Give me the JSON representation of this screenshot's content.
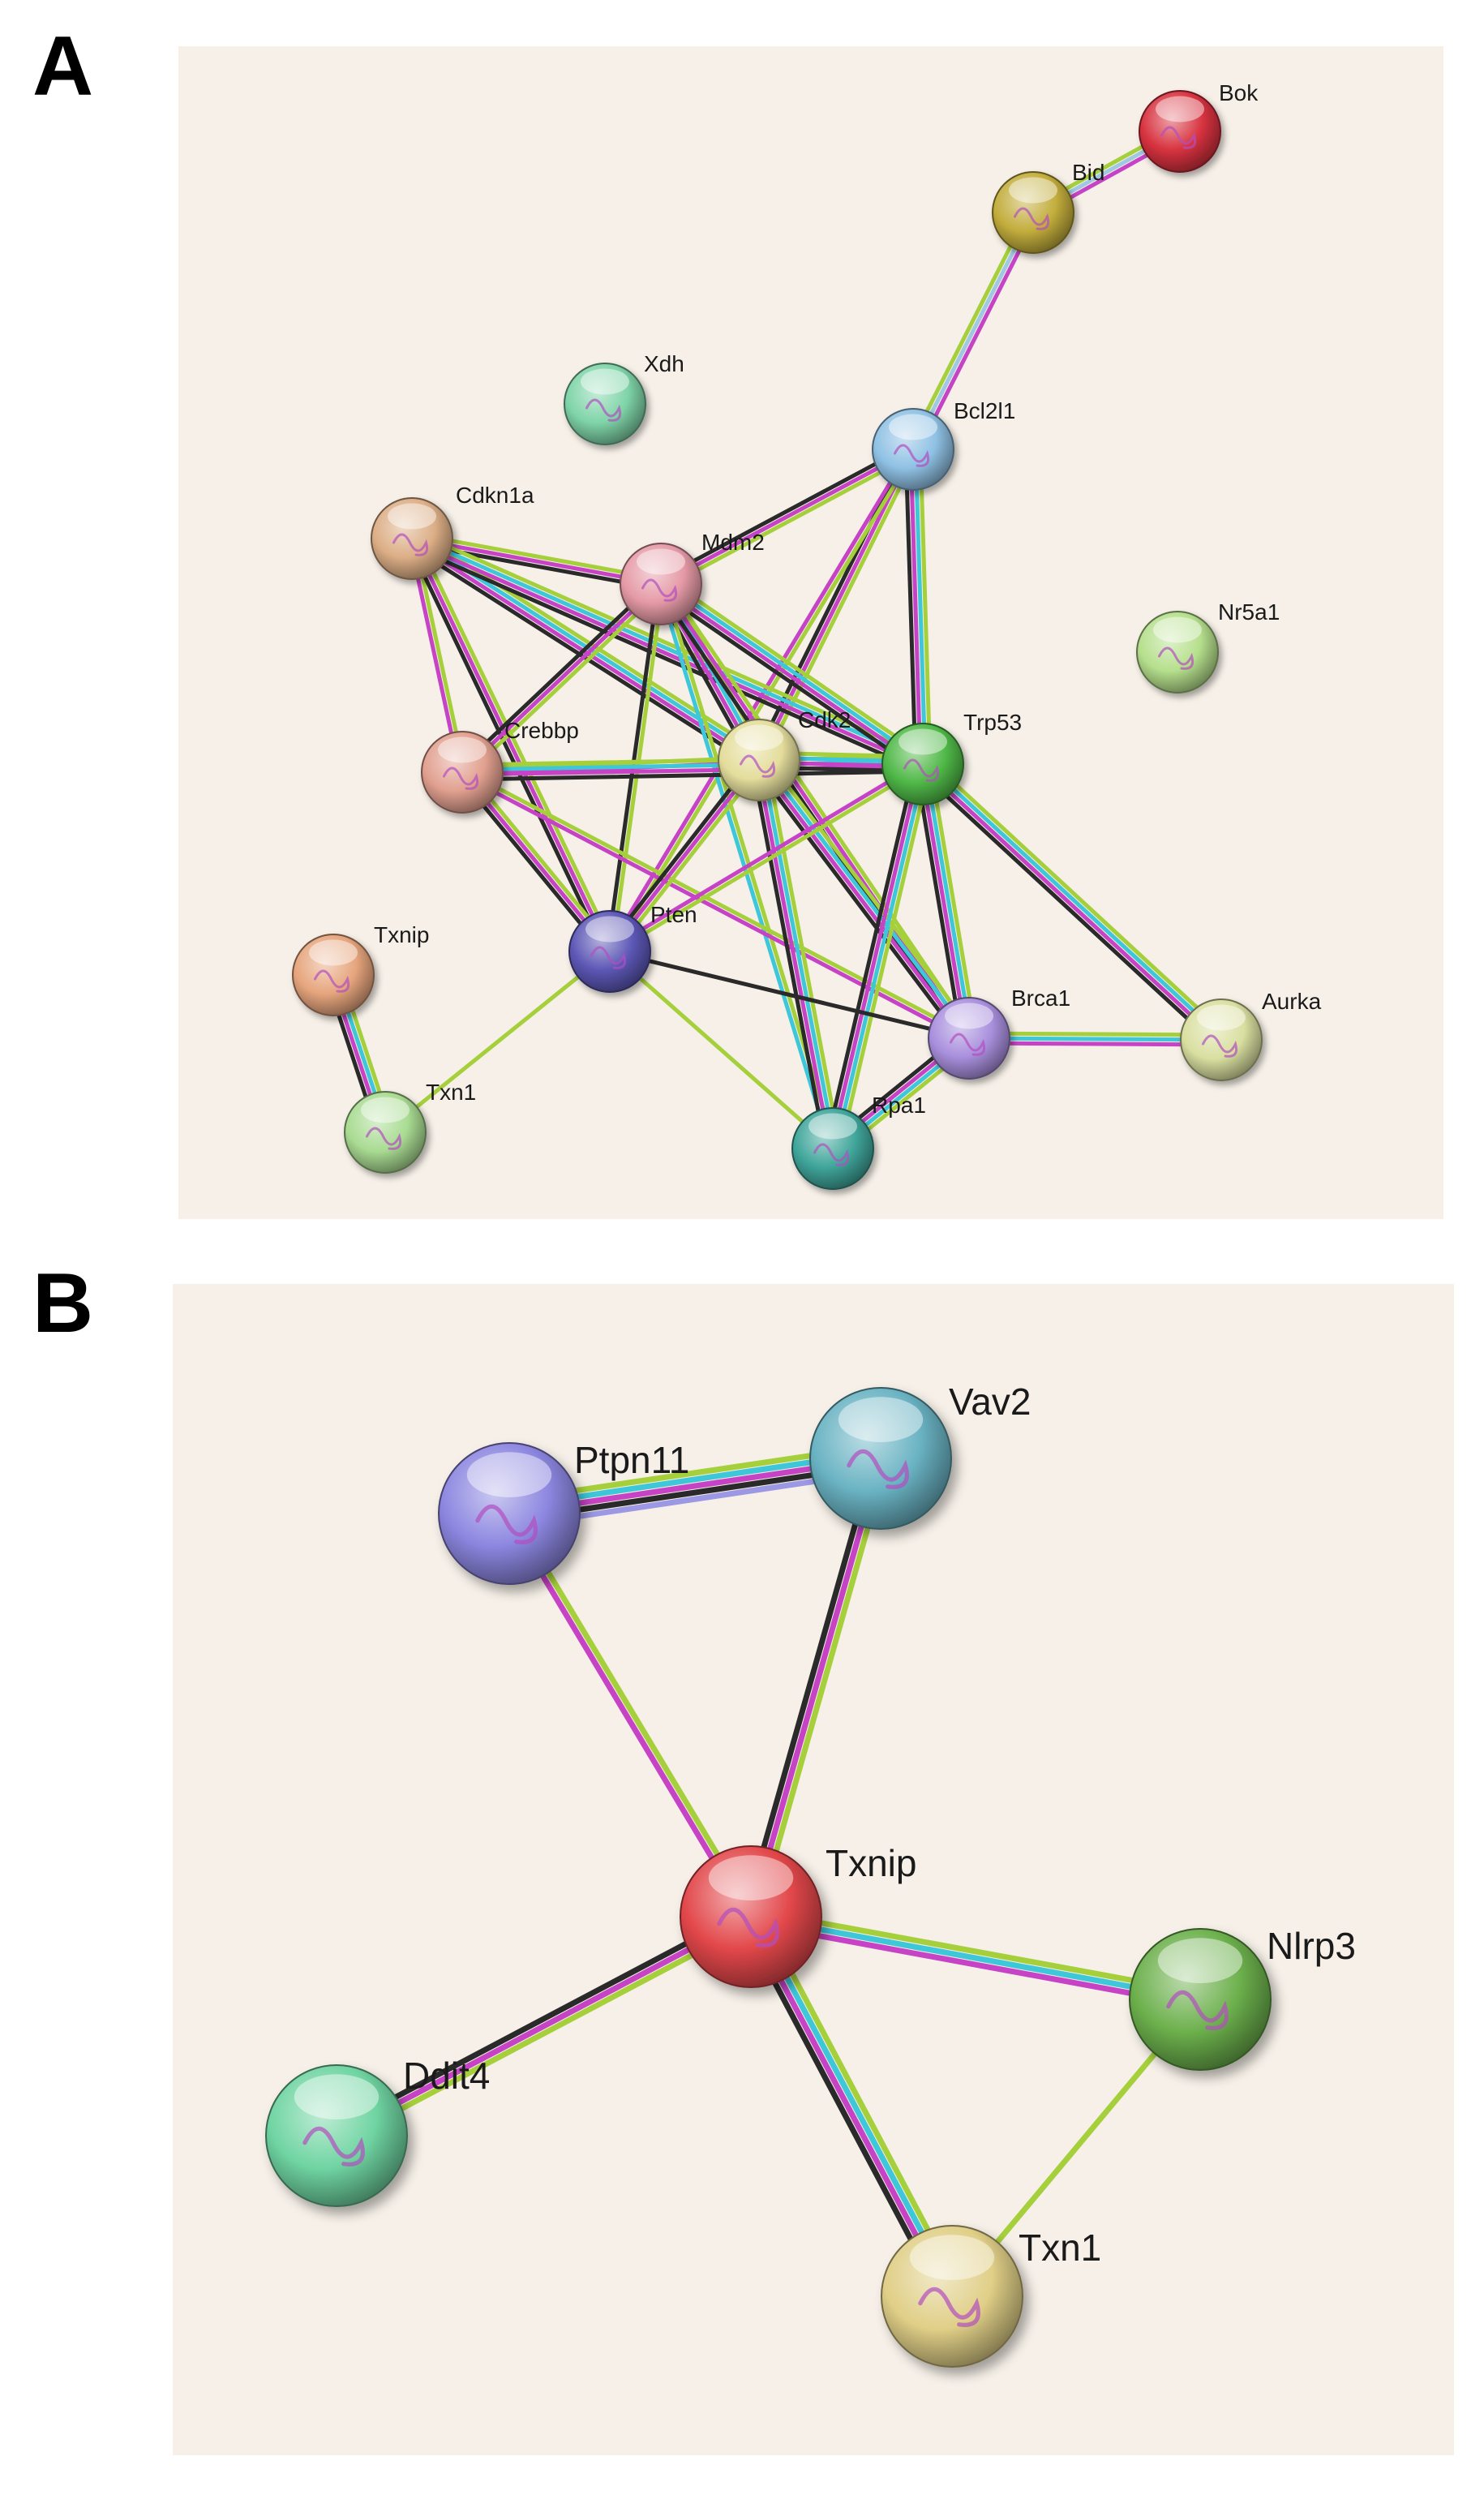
{
  "panels": [
    {
      "letter": "A",
      "nodes": [
        {
          "id": "Bok",
          "label": "Bok",
          "color": "#d7323f"
        },
        {
          "id": "Bid",
          "label": "Bid",
          "color": "#c2ad3c"
        },
        {
          "id": "Xdh",
          "label": "Xdh",
          "color": "#7fd4a8"
        },
        {
          "id": "Bcl2l1",
          "label": "Bcl2l1",
          "color": "#8fc1e4"
        },
        {
          "id": "Cdkn1a",
          "label": "Cdkn1a",
          "color": "#dcae86"
        },
        {
          "id": "Mdm2",
          "label": "Mdm2",
          "color": "#e59aa6"
        },
        {
          "id": "Nr5a1",
          "label": "Nr5a1",
          "color": "#b5df8c"
        },
        {
          "id": "Crebbp",
          "label": "Crebbp",
          "color": "#e1a08f"
        },
        {
          "id": "Cdk2",
          "label": "Cdk2",
          "color": "#e4dd9c"
        },
        {
          "id": "Trp53",
          "label": "Trp53",
          "color": "#4fb847"
        },
        {
          "id": "Txnip",
          "label": "Txnip",
          "color": "#e6a57d"
        },
        {
          "id": "Pten",
          "label": "Pten",
          "color": "#5c57b5"
        },
        {
          "id": "Brca1",
          "label": "Brca1",
          "color": "#a98fdd"
        },
        {
          "id": "Aurka",
          "label": "Aurka",
          "color": "#d9dfa0"
        },
        {
          "id": "Txn1",
          "label": "Txn1",
          "color": "#a9db92"
        },
        {
          "id": "Rpa1",
          "label": "Rpa1",
          "color": "#3fa59a"
        }
      ],
      "edges": [
        {
          "source": "Bok",
          "target": "Bid",
          "colors": [
            "#c643c6",
            "#9fc8e2",
            "#a5cf3b"
          ]
        },
        {
          "source": "Bid",
          "target": "Bcl2l1",
          "colors": [
            "#c643c6",
            "#9fc8e2",
            "#a5cf3b"
          ]
        },
        {
          "source": "Bcl2l1",
          "target": "Mdm2",
          "colors": [
            "#a5cf3b",
            "#c643c6",
            "#2a2a2a"
          ]
        },
        {
          "source": "Bcl2l1",
          "target": "Cdk2",
          "colors": [
            "#a5cf3b",
            "#c643c6",
            "#2a2a2a"
          ]
        },
        {
          "source": "Bcl2l1",
          "target": "Trp53",
          "colors": [
            "#a5cf3b",
            "#3ec6d9",
            "#c643c6",
            "#2a2a2a"
          ]
        },
        {
          "source": "Bcl2l1",
          "target": "Pten",
          "colors": [
            "#a5cf3b",
            "#c643c6"
          ]
        },
        {
          "source": "Cdkn1a",
          "target": "Mdm2",
          "colors": [
            "#a5cf3b",
            "#c643c6",
            "#2a2a2a"
          ]
        },
        {
          "source": "Cdkn1a",
          "target": "Cdk2",
          "colors": [
            "#a5cf3b",
            "#3ec6d9",
            "#c643c6",
            "#2a2a2a"
          ]
        },
        {
          "source": "Cdkn1a",
          "target": "Trp53",
          "colors": [
            "#a5cf3b",
            "#3ec6d9",
            "#c643c6",
            "#2a2a2a"
          ]
        },
        {
          "source": "Cdkn1a",
          "target": "Crebbp",
          "colors": [
            "#a5cf3b",
            "#c643c6"
          ]
        },
        {
          "source": "Cdkn1a",
          "target": "Pten",
          "colors": [
            "#a5cf3b",
            "#c643c6",
            "#2a2a2a"
          ]
        },
        {
          "source": "Mdm2",
          "target": "Crebbp",
          "colors": [
            "#a5cf3b",
            "#c643c6",
            "#2a2a2a"
          ]
        },
        {
          "source": "Mdm2",
          "target": "Cdk2",
          "colors": [
            "#a5cf3b",
            "#3ec6d9",
            "#c643c6",
            "#2a2a2a"
          ]
        },
        {
          "source": "Mdm2",
          "target": "Trp53",
          "colors": [
            "#a5cf3b",
            "#3ec6d9",
            "#c643c6",
            "#2a2a2a"
          ]
        },
        {
          "source": "Mdm2",
          "target": "Pten",
          "colors": [
            "#a5cf3b",
            "#2a2a2a"
          ]
        },
        {
          "source": "Mdm2",
          "target": "Brca1",
          "colors": [
            "#a5cf3b",
            "#c643c6",
            "#2a2a2a"
          ]
        },
        {
          "source": "Mdm2",
          "target": "Rpa1",
          "colors": [
            "#a5cf3b",
            "#3ec6d9"
          ]
        },
        {
          "source": "Crebbp",
          "target": "Cdk2",
          "colors": [
            "#a5cf3b",
            "#c643c6"
          ]
        },
        {
          "source": "Crebbp",
          "target": "Trp53",
          "colors": [
            "#a5cf3b",
            "#3ec6d9",
            "#c643c6",
            "#2a2a2a"
          ]
        },
        {
          "source": "Crebbp",
          "target": "Pten",
          "colors": [
            "#a5cf3b",
            "#c643c6",
            "#2a2a2a"
          ]
        },
        {
          "source": "Crebbp",
          "target": "Brca1",
          "colors": [
            "#a5cf3b",
            "#c643c6"
          ]
        },
        {
          "source": "Cdk2",
          "target": "Trp53",
          "colors": [
            "#a5cf3b",
            "#3ec6d9",
            "#c643c6",
            "#2a2a2a"
          ]
        },
        {
          "source": "Cdk2",
          "target": "Pten",
          "colors": [
            "#a5cf3b",
            "#c643c6",
            "#2a2a2a"
          ]
        },
        {
          "source": "Cdk2",
          "target": "Brca1",
          "colors": [
            "#a5cf3b",
            "#3ec6d9",
            "#c643c6",
            "#2a2a2a"
          ]
        },
        {
          "source": "Cdk2",
          "target": "Rpa1",
          "colors": [
            "#a5cf3b",
            "#3ec6d9",
            "#c643c6",
            "#2a2a2a"
          ]
        },
        {
          "source": "Trp53",
          "target": "Pten",
          "colors": [
            "#a5cf3b",
            "#c643c6"
          ]
        },
        {
          "source": "Trp53",
          "target": "Brca1",
          "colors": [
            "#a5cf3b",
            "#3ec6d9",
            "#c643c6",
            "#2a2a2a"
          ]
        },
        {
          "source": "Trp53",
          "target": "Rpa1",
          "colors": [
            "#a5cf3b",
            "#3ec6d9",
            "#c643c6",
            "#2a2a2a"
          ]
        },
        {
          "source": "Trp53",
          "target": "Aurka",
          "colors": [
            "#a5cf3b",
            "#3ec6d9",
            "#c643c6",
            "#2a2a2a"
          ]
        },
        {
          "source": "Pten",
          "target": "Brca1",
          "colors": [
            "#2a2a2a"
          ]
        },
        {
          "source": "Pten",
          "target": "Rpa1",
          "colors": [
            "#a5cf3b"
          ]
        },
        {
          "source": "Pten",
          "target": "Txn1",
          "colors": [
            "#a5cf3b"
          ]
        },
        {
          "source": "Brca1",
          "target": "Aurka",
          "colors": [
            "#a5cf3b",
            "#3ec6d9",
            "#c643c6"
          ]
        },
        {
          "source": "Brca1",
          "target": "Rpa1",
          "colors": [
            "#a5cf3b",
            "#3ec6d9",
            "#c643c6",
            "#2a2a2a"
          ]
        },
        {
          "source": "Txnip",
          "target": "Txn1",
          "colors": [
            "#a5cf3b",
            "#3ec6d9",
            "#c643c6",
            "#2a2a2a"
          ]
        }
      ]
    },
    {
      "letter": "B",
      "nodes": [
        {
          "id": "Ptpn11",
          "label": "Ptpn11",
          "color": "#8c86e0"
        },
        {
          "id": "Vav2",
          "label": "Vav2",
          "color": "#6ab3c3"
        },
        {
          "id": "Txnip",
          "label": "Txnip",
          "color": "#e2474a"
        },
        {
          "id": "Nlrp3",
          "label": "Nlrp3",
          "color": "#6cb04c"
        },
        {
          "id": "Ddit4",
          "label": "Ddit4",
          "color": "#6fd4a1"
        },
        {
          "id": "Txn1",
          "label": "Txn1",
          "color": "#e0cf87"
        }
      ],
      "edges": [
        {
          "source": "Ptpn11",
          "target": "Vav2",
          "colors": [
            "#a5cf3b",
            "#3ec6d9",
            "#c643c6",
            "#2a2a2a",
            "#9c98e4"
          ]
        },
        {
          "source": "Ptpn11",
          "target": "Txnip",
          "colors": [
            "#a5cf3b",
            "#c643c6"
          ]
        },
        {
          "source": "Vav2",
          "target": "Txnip",
          "colors": [
            "#a5cf3b",
            "#c643c6",
            "#2a2a2a"
          ]
        },
        {
          "source": "Txnip",
          "target": "Nlrp3",
          "colors": [
            "#a5cf3b",
            "#3ec6d9",
            "#c643c6"
          ]
        },
        {
          "source": "Txnip",
          "target": "Ddit4",
          "colors": [
            "#a5cf3b",
            "#c643c6",
            "#2a2a2a"
          ]
        },
        {
          "source": "Txnip",
          "target": "Txn1",
          "colors": [
            "#a5cf3b",
            "#3ec6d9",
            "#c643c6",
            "#2a2a2a"
          ]
        },
        {
          "source": "Nlrp3",
          "target": "Txn1",
          "colors": [
            "#a5cf3b"
          ]
        }
      ]
    }
  ]
}
